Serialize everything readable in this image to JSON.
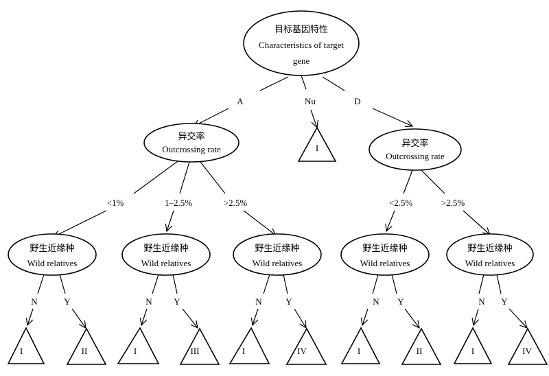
{
  "root": {
    "line1": "目标基因特性",
    "line2": "Characteristics of target",
    "line3": "gene"
  },
  "outcrossing": {
    "cn": "异交率",
    "en": "Outcrossing rate"
  },
  "wild": {
    "cn": "野生近缘种",
    "en": "Wild relatives"
  },
  "edge_labels": {
    "A": "A",
    "Nu": "Nu",
    "D": "D",
    "lt1": "<1%",
    "mid": "1–2.5%",
    "gt25a": ">2.5%",
    "lt25": "<2.5%",
    "gt25b": ">2.5%",
    "N": "N",
    "Y": "Y"
  },
  "leaves": {
    "nu": "I",
    "w1n": "I",
    "w1y": "II",
    "w2n": "I",
    "w2y": "III",
    "w3n": "I",
    "w3y": "IV",
    "w4n": "I",
    "w4y": "II",
    "w5n": "I",
    "w5y": "IV"
  }
}
